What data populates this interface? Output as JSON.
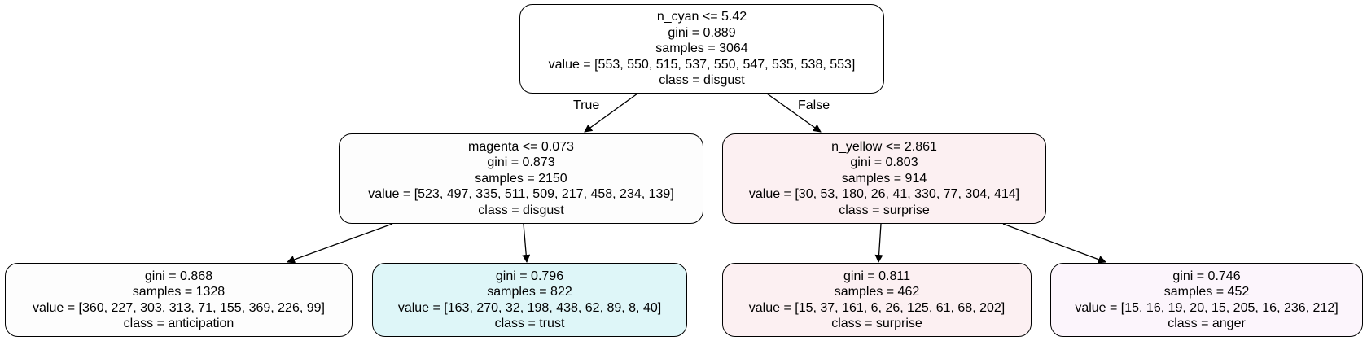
{
  "tree": {
    "edge_labels": {
      "true_label": "True",
      "false_label": "False"
    },
    "root": {
      "split": "n_cyan <= 5.42",
      "gini": "gini = 0.889",
      "samples": "samples = 3064",
      "value": "value = [553, 550, 515, 537, 550, 547, 535, 538, 553]",
      "class": "class = disgust",
      "fill": "#ffffff"
    },
    "left": {
      "split": "magenta <= 0.073",
      "gini": "gini = 0.873",
      "samples": "samples = 2150",
      "value": "value = [523, 497, 335, 511, 509, 217, 458, 234, 139]",
      "class": "class = disgust",
      "fill": "#fdfdfd"
    },
    "right": {
      "split": "n_yellow <= 2.861",
      "gini": "gini = 0.803",
      "samples": "samples = 914",
      "value": "value = [30, 53, 180, 26, 41, 330, 77, 304, 414]",
      "class": "class = surprise",
      "fill": "#fcf0f2"
    },
    "leaf1": {
      "gini": "gini = 0.868",
      "samples": "samples = 1328",
      "value": "value = [360, 227, 303, 313, 71, 155, 369, 226, 99]",
      "class": "class = anticipation",
      "fill": "#fdfdfd"
    },
    "leaf2": {
      "gini": "gini = 0.796",
      "samples": "samples = 822",
      "value": "value = [163, 270, 32, 198, 438, 62, 89, 8, 40]",
      "class": "class = trust",
      "fill": "#def6f8"
    },
    "leaf3": {
      "gini": "gini = 0.811",
      "samples": "samples = 462",
      "value": "value = [15, 37, 161, 6, 26, 125, 61, 68, 202]",
      "class": "class = surprise",
      "fill": "#fcf0f2"
    },
    "leaf4": {
      "gini": "gini = 0.746",
      "samples": "samples = 452",
      "value": "value = [15, 16, 19, 20, 15, 205, 16, 236, 212]",
      "class": "class = anger",
      "fill": "#fcf5fc"
    }
  }
}
